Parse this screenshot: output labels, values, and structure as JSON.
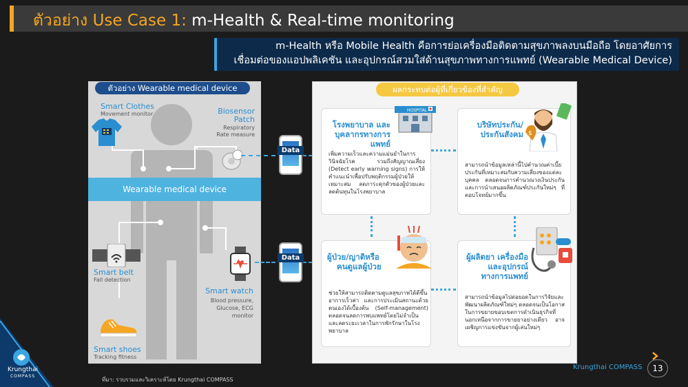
{
  "title": {
    "prefix": "ตัวอย่าง Use Case 1:",
    "main": "m-Health & Real-time monitoring"
  },
  "definition": {
    "line1": "m-Health   หรือ Mobile   Health   คือการย่อเครื่องมือติดตามสุขภาพลงบนมือถือ โดยอาศัยการ",
    "line2": "เชื่อมต่อของแอปพลิเคชัน และอุปกรณ์สวมใส่ด้านสุขภาพทางการแพทย์ (Wearable Medical Device)"
  },
  "left_panel": {
    "header": "ตัวอย่าง Wearable medical device",
    "band": "Wearable medical device",
    "devices": [
      {
        "name": "Smart Clothes",
        "desc": "Movement monitor"
      },
      {
        "name": "Biosensor Patch",
        "desc1": "Respiratory",
        "desc2": "Rate measure"
      },
      {
        "name": "Smart belt",
        "desc": "Fall detection"
      },
      {
        "name": "Smart watch",
        "desc1": "Blood pressure,",
        "desc2": "Glucose, ECG",
        "desc3": "monitor"
      },
      {
        "name": "Smart shoes",
        "desc": "Tracking fitness"
      }
    ]
  },
  "data_labels": [
    "Data",
    "Data"
  ],
  "right_panel": {
    "header": "ผลกระทบต่อผู้ที่เกี่ยวข้องที่สำคัญ",
    "hospital_sign": "HOSPITAL",
    "cards": [
      {
        "title1": "โรงพยาบาล และ",
        "title2": "บุคลากรทางการแพทย์",
        "body": "เพิ่มความเร็วและความแม่นยำในการวินิจฉัยโรค รวมถึงสัญญาณเสี่ยง (Detect early warning signs) การให้คำแนะนำเพื่อปรับพฤติกรรมผู้ป่วยให้เหมาะสม ลดภาระคุกตัวของผู้ป่วยและลดต้นทุนในโรงพยาบาล"
      },
      {
        "title1": "บริษัทประกัน/",
        "title2": "ประกันสังคม",
        "body": "สามารถนำข้อมูลเหล่านี้ไปคำนวณค่าเบี้ยประกันที่เหมาะสมกับความเสี่ยงของแต่ละบุคคล ตลอดจนการคำนวณวงเงินประกัน และการนำเสนอผลิตภัณฑ์ประกันใหม่ๆ ที่ตอบโจทย์มากขึ้น"
      },
      {
        "title1": "ผู้ป่วย/ญาติหรือ",
        "title2": "คนดูแลผู้ป่วย",
        "body": "ช่วยให้สามารถติดตามดูแลสุขภาพได้ดีขึ้น อาการเร็วค่า และการประเมินสถานะด้วยตนเองได้เบื้องต้น (Self-management) ตลอดจนลดการพบแพทย์โดยไม่จำเป็น และลดระยะเวลาในการพักรักษาในโรงพยาบาล"
      },
      {
        "title1": "ผู้ผลิตยา เครื่องมือ",
        "title2": "และอุปกรณ์",
        "title3": "ทางการแพทย์",
        "body": "สามารถนำข้อมูลไปต่อยอดในการวิจัยและพัฒนาผลิตภัณฑ์ใหม่ๆ ตลอดจนเป็นโอกาสในการขยายขอบเขตการดำเนินธุรกิจที่นอกเหนือจากการขายยาอย่างเดียว อาจเผชิญการแข่งขันจากผู้เล่นใหม่ๆ"
      }
    ]
  },
  "footer": {
    "source": "ที่มา: รวบรวมและวิเคราะห์โดย Krungthai COMPASS",
    "brand_right": "Krungthai COMPASS",
    "page": "13",
    "logo_text1": "Krungthai",
    "logo_text2": "COMPASS"
  },
  "colors": {
    "accent_orange": "#f5a623",
    "accent_blue": "#2a8ecf",
    "dark_navy": "#0d2a4a"
  }
}
